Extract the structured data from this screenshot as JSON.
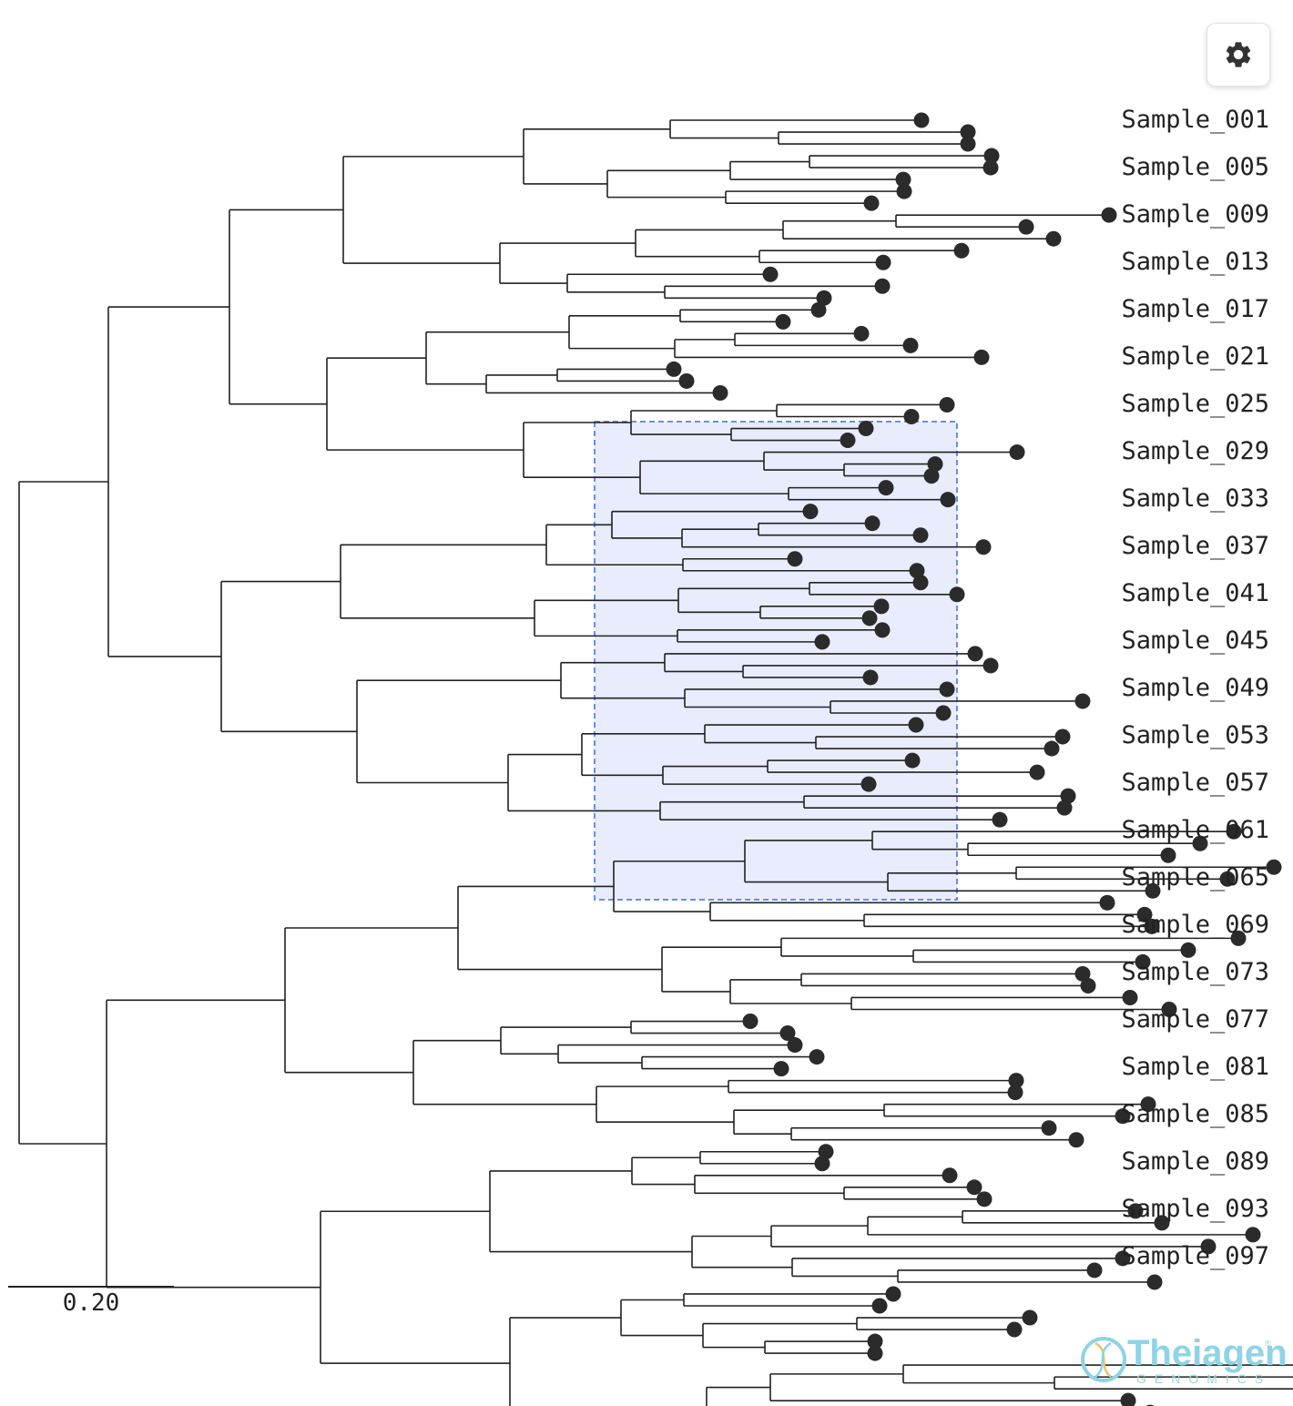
{
  "toolbar": {
    "settings_icon": "gear-icon"
  },
  "leaf_labels": [
    "Sample_001",
    "Sample_005",
    "Sample_009",
    "Sample_013",
    "Sample_017",
    "Sample_021",
    "Sample_025",
    "Sample_029",
    "Sample_033",
    "Sample_037",
    "Sample_041",
    "Sample_045",
    "Sample_049",
    "Sample_053",
    "Sample_057",
    "Sample_061",
    "Sample_065",
    "Sample_069",
    "Sample_073",
    "Sample_077",
    "Sample_081",
    "Sample_085",
    "Sample_089",
    "Sample_093",
    "Sample_097"
  ],
  "scale_bar": {
    "label": "0.20"
  },
  "selection": {
    "active": true
  },
  "logo": {
    "name": "Theiagen",
    "tagline": "GENOMICS",
    "mark": "®"
  },
  "colors": {
    "branch": "#222222",
    "node": "#2b2b2b",
    "selection_fill": "#e4e9fc",
    "selection_stroke": "#3b6be8",
    "logo": "#8fd3e6"
  }
}
